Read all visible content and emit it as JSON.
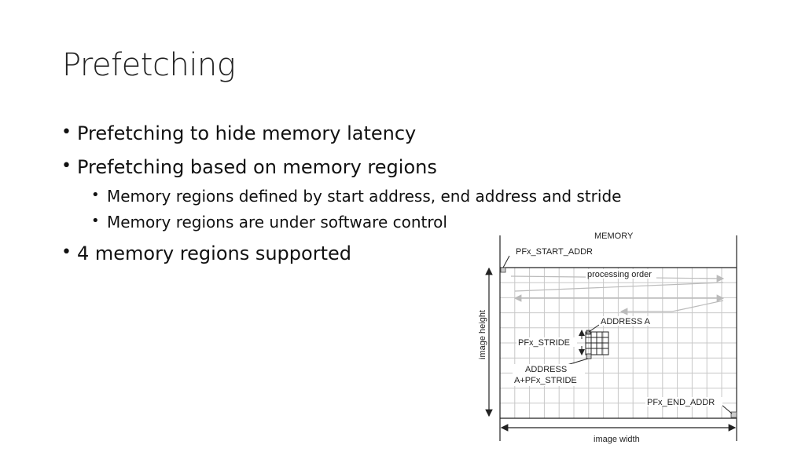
{
  "slide": {
    "title": "Prefetching",
    "bullets": [
      {
        "text": "Prefetching to hide memory latency",
        "level": 1
      },
      {
        "text": "Prefetching based on memory regions",
        "level": 1
      },
      {
        "text": "Memory regions defined by start address, end address and stride",
        "level": 2
      },
      {
        "text": "Memory regions are under software control",
        "level": 2
      },
      {
        "text": "4 memory regions supported",
        "level": 1
      }
    ]
  },
  "diagram": {
    "memory": "MEMORY",
    "start_addr": "PFx_START_ADDR",
    "processing_order": "processing order",
    "address_a": "ADDRESS A",
    "stride": "PFx_STRIDE",
    "address_a_stride_line1": "ADDRESS",
    "address_a_stride_line2": "A+PFx_STRIDE",
    "end_addr": "PFx_END_ADDR",
    "image_height": "image height",
    "image_width": "image width"
  }
}
